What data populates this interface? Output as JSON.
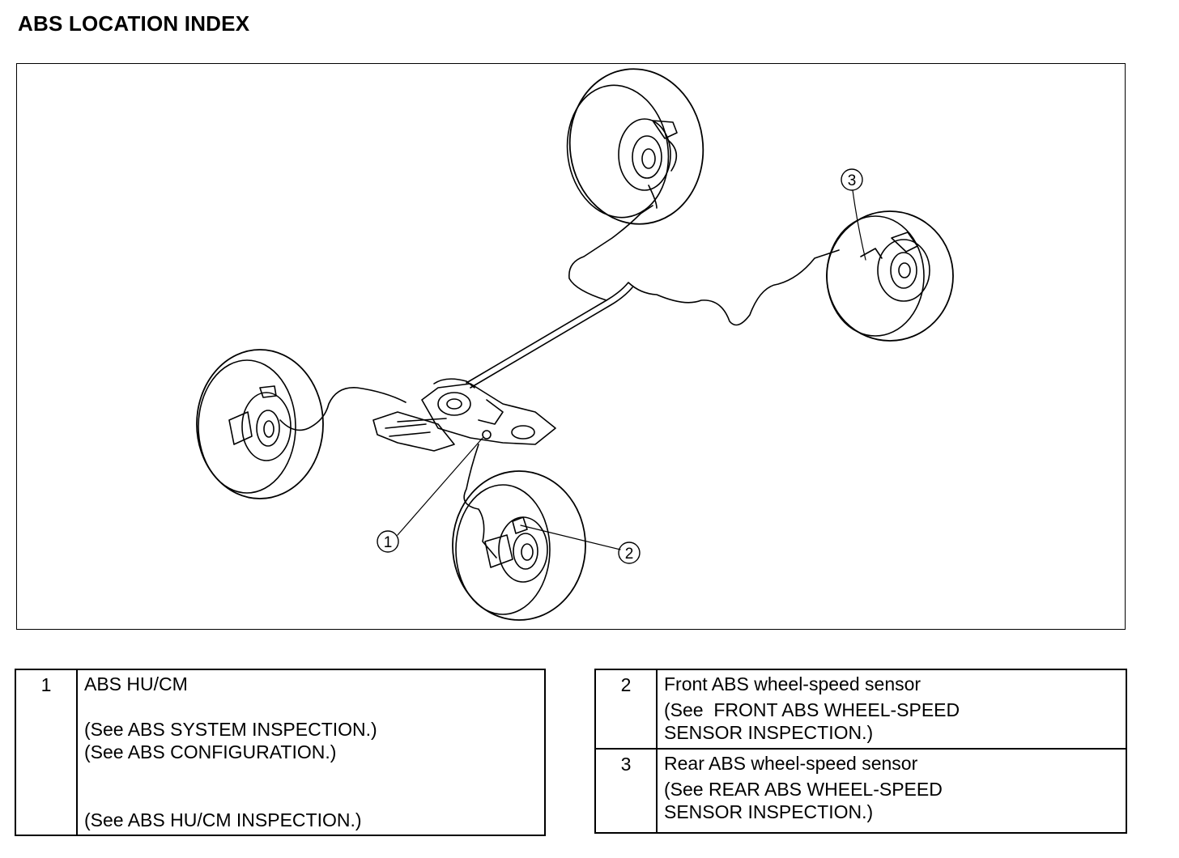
{
  "page": {
    "title": "ABS LOCATION INDEX"
  },
  "diagram": {
    "callouts": [
      {
        "id": "1",
        "label": "1"
      },
      {
        "id": "2",
        "label": "2"
      },
      {
        "id": "3",
        "label": "3"
      }
    ]
  },
  "legend_left": {
    "rows": [
      {
        "number": "1",
        "title": "ABS HU/CM",
        "refs": [
          "(See ABS SYSTEM INSPECTION.)",
          "(See ABS CONFIGURATION.)",
          "(See ABS HU/CM INSPECTION.)"
        ]
      }
    ]
  },
  "legend_right": {
    "rows": [
      {
        "number": "2",
        "title": "Front ABS wheel-speed sensor",
        "ref_lines": [
          "(See  FRONT ABS WHEEL-SPEED",
          "SENSOR INSPECTION.)"
        ]
      },
      {
        "number": "3",
        "title": "Rear ABS wheel-speed sensor",
        "ref_lines": [
          "(See REAR ABS WHEEL-SPEED",
          "SENSOR INSPECTION.)"
        ]
      }
    ]
  }
}
